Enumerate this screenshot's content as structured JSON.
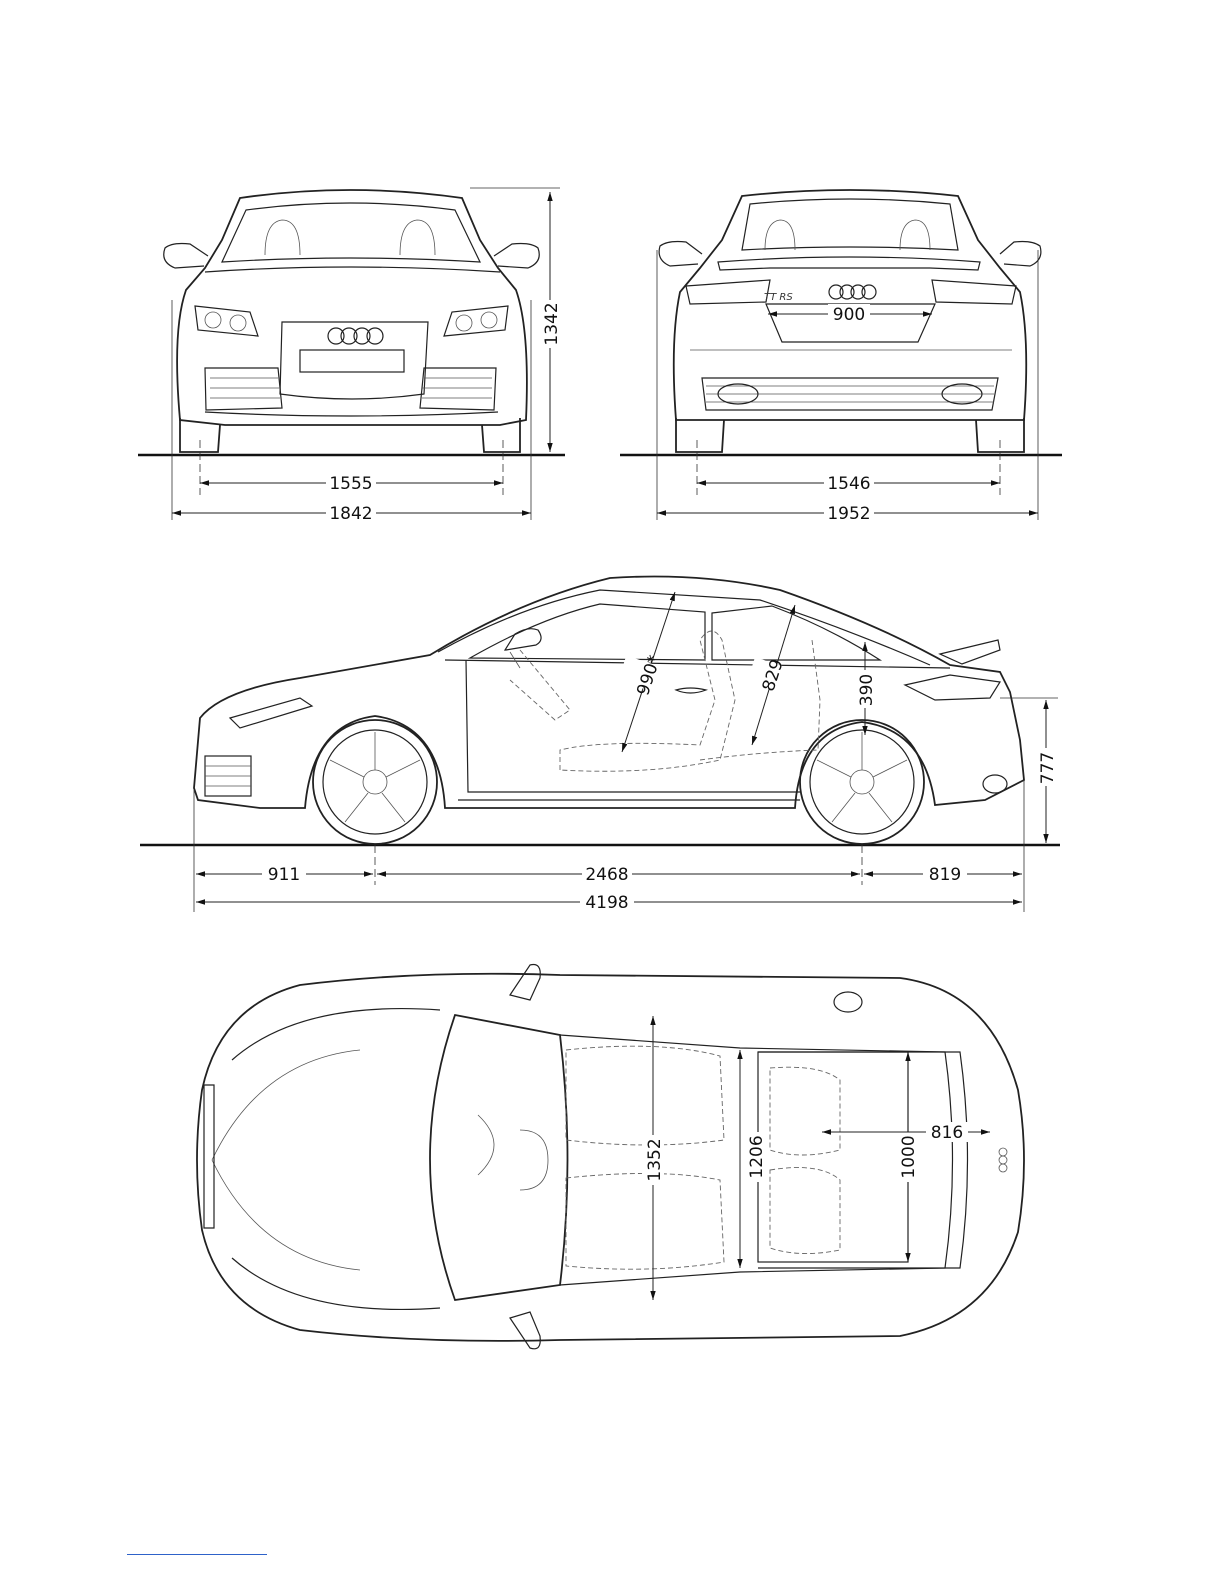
{
  "views": {
    "front": {
      "track": "1555",
      "width": "1842",
      "height": "1342"
    },
    "rear": {
      "track": "1546",
      "width_with_mirrors": "1952",
      "loading_width": "900",
      "badge": "TT RS"
    },
    "side": {
      "front_overhang": "911",
      "wheelbase": "2468",
      "rear_overhang": "819",
      "length": "4198",
      "front_headroom": "990*",
      "rear_headroom": "829",
      "trunk_height": "390",
      "loading_sill": "777"
    },
    "top": {
      "interior_width": "1352",
      "elbow_width_rear": "1206",
      "trunk_width": "1000",
      "trunk_length": "816"
    }
  }
}
